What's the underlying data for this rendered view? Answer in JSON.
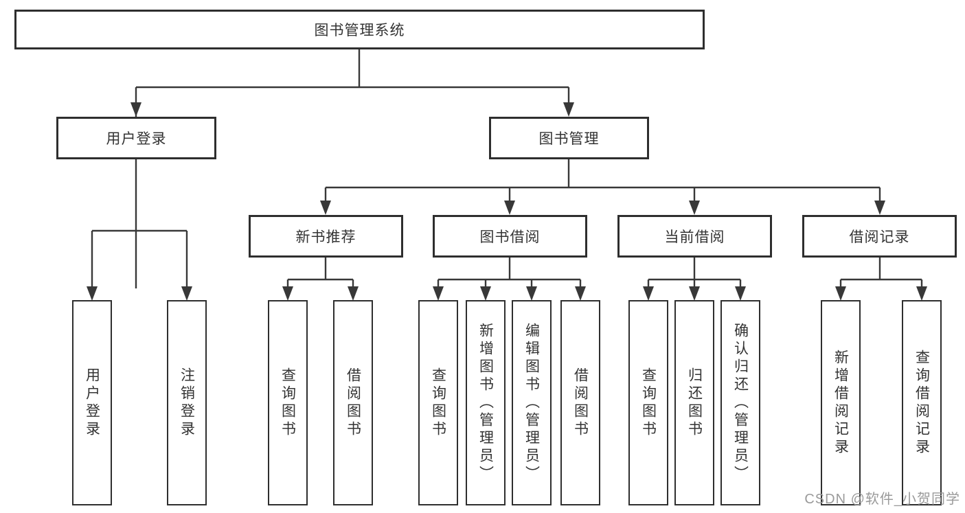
{
  "diagram": {
    "title": "图书管理系统",
    "root": {
      "label": "图书管理系统"
    },
    "branches": {
      "user_login": {
        "label": "用户登录"
      },
      "book_management": {
        "label": "图书管理"
      }
    },
    "modules": {
      "new_book_recommend": {
        "label": "新书推荐"
      },
      "book_borrow": {
        "label": "图书借阅"
      },
      "current_borrow": {
        "label": "当前借阅"
      },
      "borrow_records": {
        "label": "借阅记录"
      }
    },
    "leaves": {
      "login": {
        "label": "用户登录"
      },
      "logout": {
        "label": "注销登录"
      },
      "rec_query_book": {
        "label": "查询图书"
      },
      "rec_borrow_book": {
        "label": "借阅图书"
      },
      "bb_query_book": {
        "label": "查询图书"
      },
      "bb_add_book_admin": {
        "label": "新增图书（管理员）"
      },
      "bb_edit_book_admin": {
        "label": "编辑图书（管理员）"
      },
      "bb_borrow_book": {
        "label": "借阅图书"
      },
      "cb_query_book": {
        "label": "查询图书"
      },
      "cb_return_book": {
        "label": "归还图书"
      },
      "cb_confirm_return_admin": {
        "label": "确认归还（管理员）"
      },
      "br_add_record": {
        "label": "新增借阅记录"
      },
      "br_query_record": {
        "label": "查询借阅记录"
      }
    }
  },
  "watermark": "CSDN @软件_小贺同学",
  "colors": {
    "line": "#383838",
    "box_border": "#2e2e2e",
    "text": "#333333",
    "watermark": "#9a9a9a",
    "background": "#ffffff"
  }
}
